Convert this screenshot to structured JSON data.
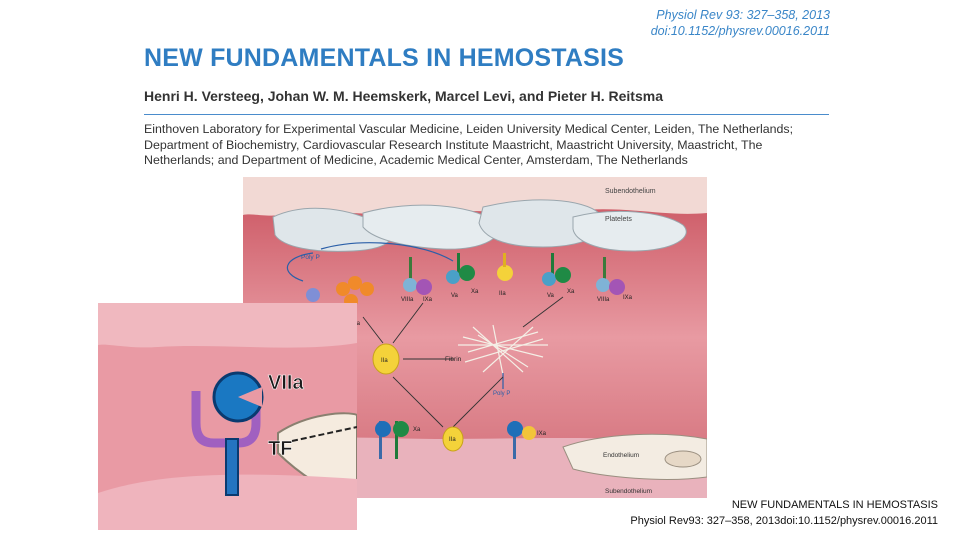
{
  "journal": {
    "line1": "Physiol Rev 93: 327–358, 2013",
    "line2": "doi:10.1152/physrev.00016.2011"
  },
  "paper": {
    "title": "NEW FUNDAMENTALS IN HEMOSTASIS",
    "authors": "Henri H. Versteeg, Johan W. M. Heemskerk, Marcel Levi, and Pieter H. Reitsma",
    "affiliation": "Einthoven Laboratory for Experimental Vascular Medicine, Leiden University Medical Center, Leiden, The Netherlands; Department of Biochemistry, Cardiovascular Research Institute Maastricht, Maastricht University, Maastricht, The Netherlands; and Department of Medicine, Academic Medical Center, Amsterdam, The Netherlands"
  },
  "figure": {
    "labels": {
      "subendothelium_top": "Subendothelium",
      "platelets": "Platelets",
      "polyp_top": "Poly P",
      "viiia_1": "VIIIa",
      "ixa_1": "IXa",
      "va_1": "Va",
      "xa_1": "Xa",
      "iia_top": "IIa",
      "va_2": "Va",
      "xa_2": "Xa",
      "viiia_2": "VIIIa",
      "ixa_2": "IXa",
      "xia": "XIa",
      "iia_mid": "IIa",
      "fibrin": "Fibrin",
      "polyp_bottom": "Poly P",
      "xa_bottom": "Xa",
      "iia_bottom": "IIa",
      "ixa_bottom": "IXa",
      "endothelium": "Endothelium",
      "subendothelium_bottom": "Subendothelium"
    }
  },
  "zoom": {
    "viia": "VIIa",
    "tf": "TF"
  },
  "caption": {
    "line1": "NEW FUNDAMENTALS IN HEMOSTASIS",
    "line2": "Physiol Rev93: 327–358, 2013doi:10.1152/physrev.00016.2011"
  }
}
